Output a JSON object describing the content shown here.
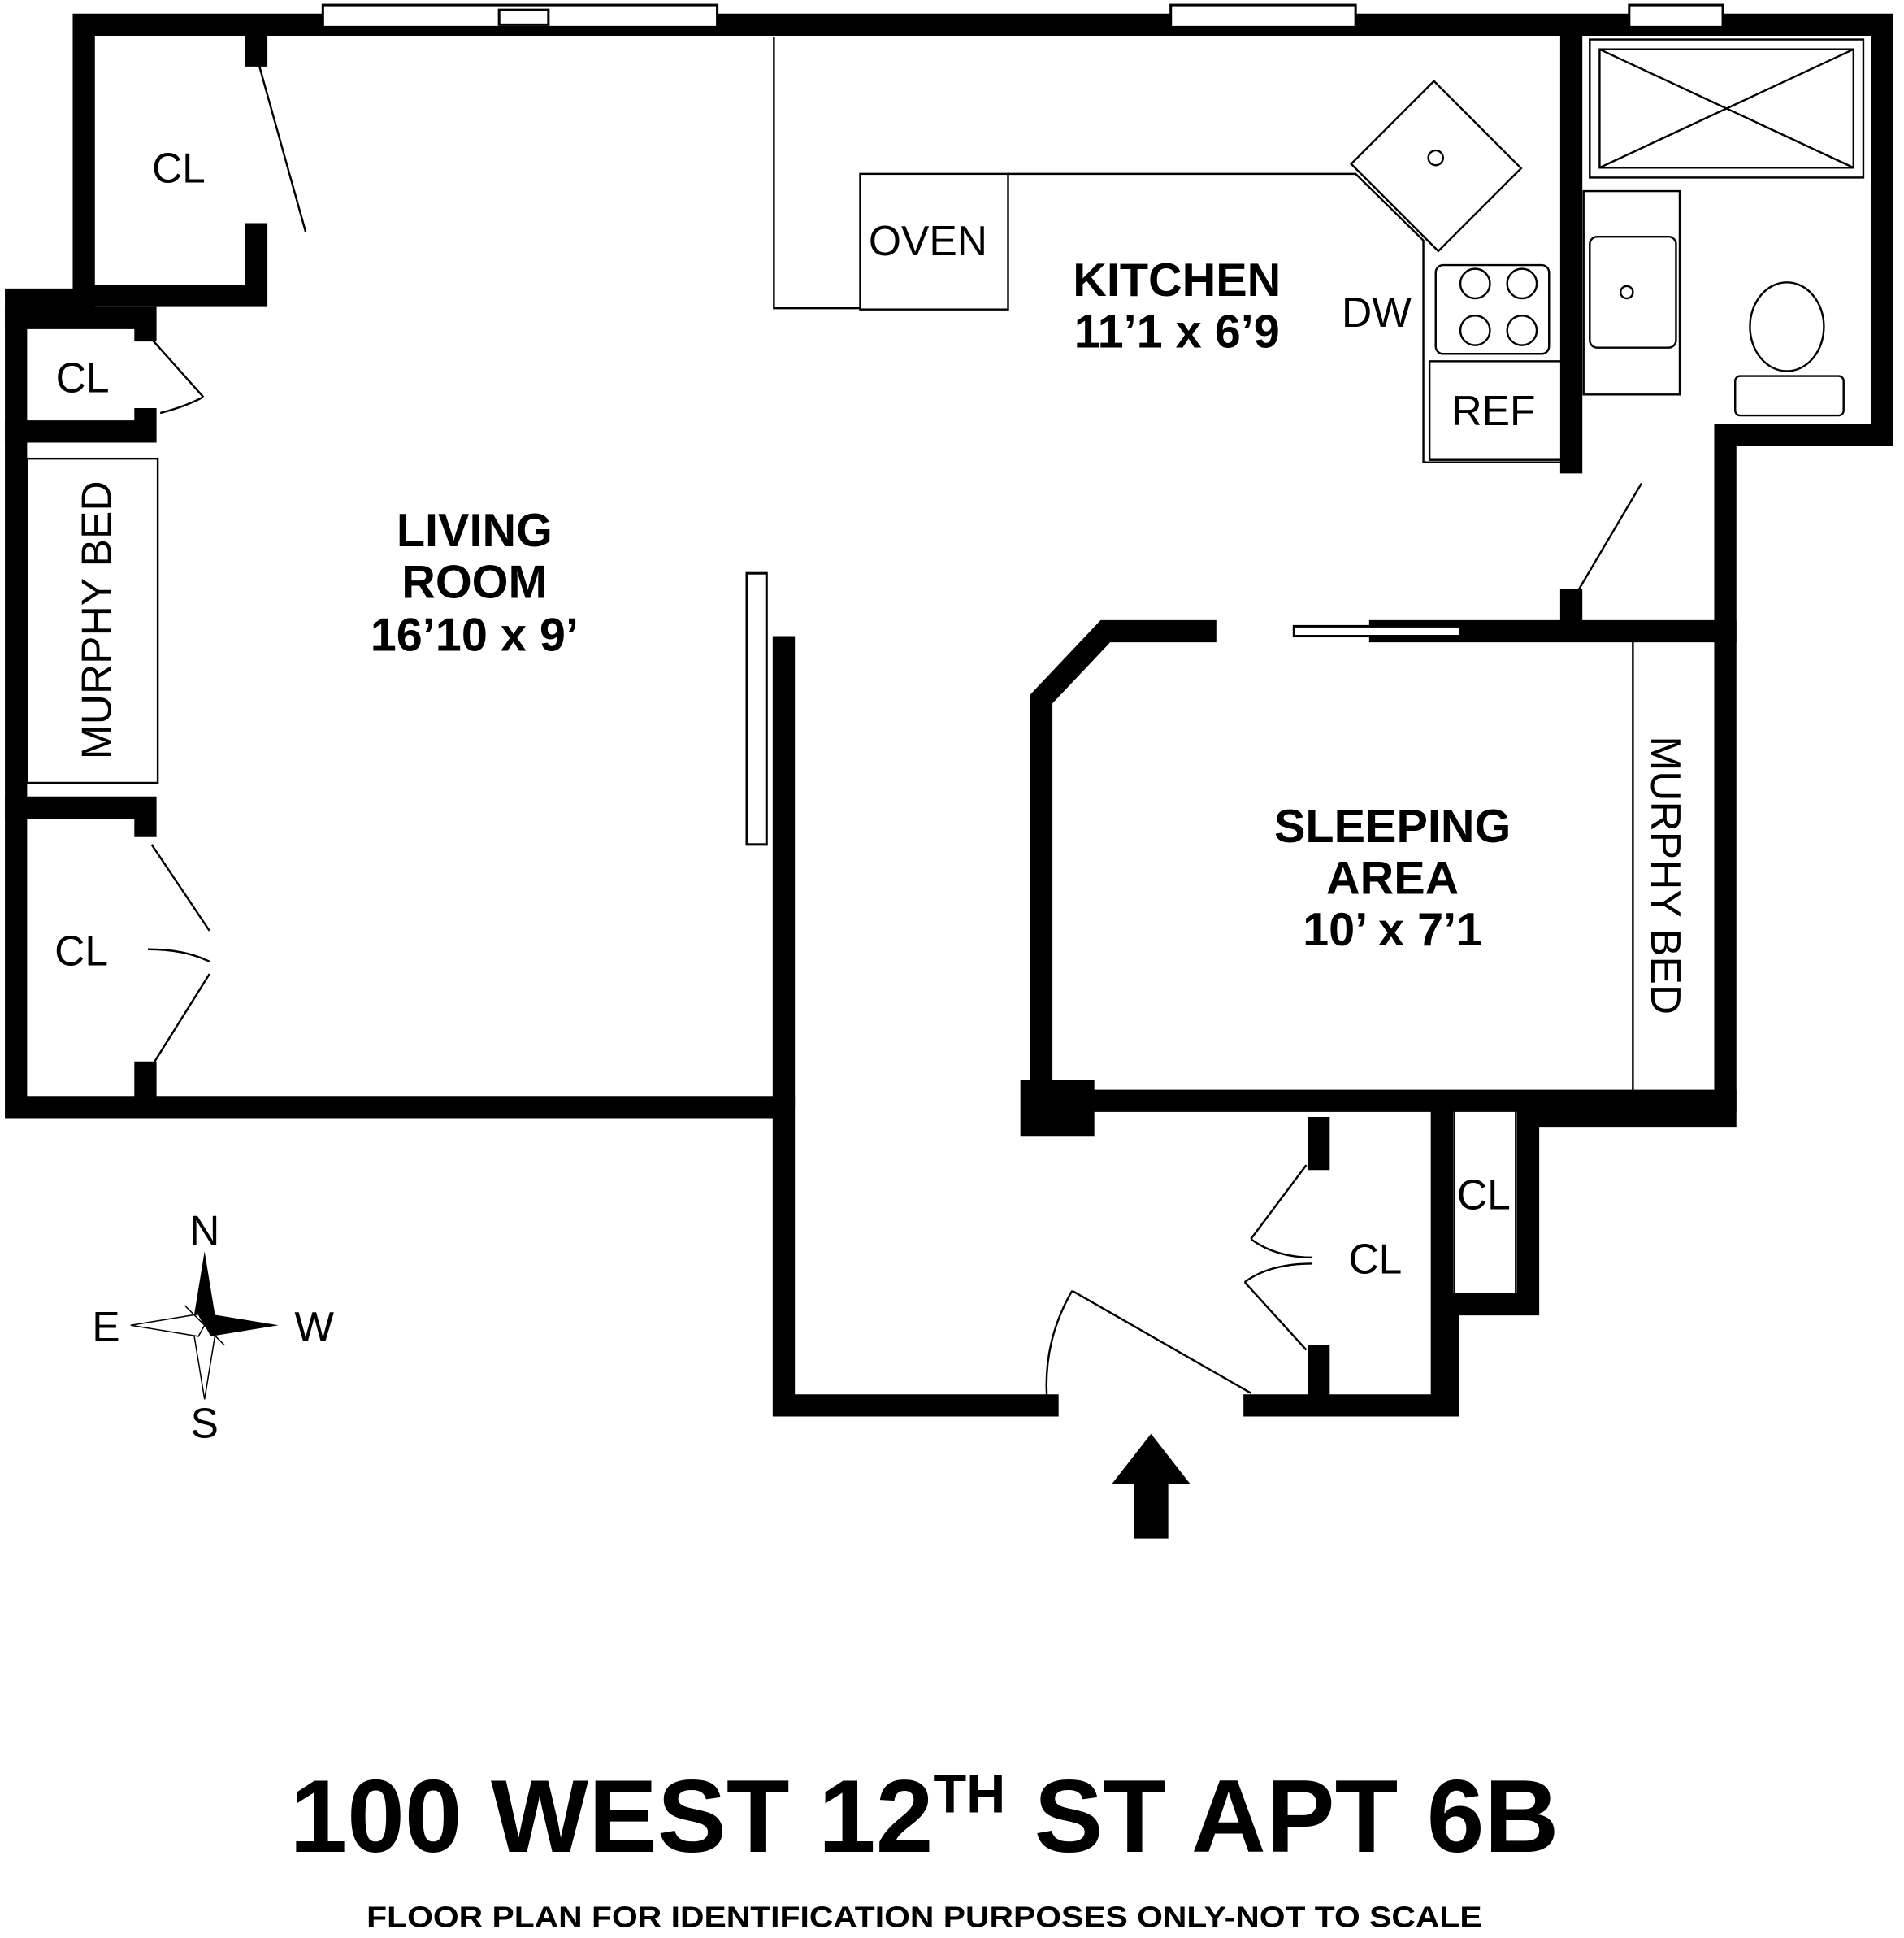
{
  "rooms": {
    "living": {
      "name1": "LIVING",
      "name2": "ROOM",
      "size": "16’10 x 9’"
    },
    "kitchen": {
      "name": "KITCHEN",
      "size": "11’1 x 6’9"
    },
    "sleeping": {
      "name1": "SLEEPING",
      "name2": "AREA",
      "size": "10’ x 7’1"
    }
  },
  "fixtures": {
    "oven": "OVEN",
    "dishwasher": "DW",
    "refrigerator": "REF",
    "closet": "CL",
    "murphy_bed": "MURPHY BED"
  },
  "compass": {
    "n": "N",
    "s": "S",
    "e": "E",
    "w": "W"
  },
  "title": {
    "main": "100 WEST 12",
    "superscript": "TH",
    "rest": " ST APT 6B"
  },
  "disclaimer": "FLOOR PLAN FOR IDENTIFICATION PURPOSES ONLY-NOT TO SCALE"
}
